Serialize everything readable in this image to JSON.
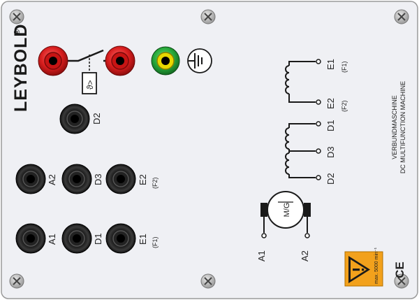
{
  "brand": {
    "name": "LEYBOLD",
    "reg": "®"
  },
  "title": {
    "line1": "VERBUNDMASCHINE",
    "line2": "DC MULTIFUNCTION MACHINE"
  },
  "sockets": {
    "d2_top": "D2",
    "a2": "A2",
    "d3": "D3",
    "e2": "E2",
    "e2_sub": "(F2)",
    "a1": "A1",
    "d1": "D1",
    "e1": "E1",
    "e1_sub": "(F1)"
  },
  "schematic": {
    "e1": "E1",
    "e1_sub": "(F1)",
    "e2": "E2",
    "e2_sub": "(F2)",
    "d1": "D1",
    "d3": "D3",
    "d2": "D2",
    "motor": "M/G",
    "a1": "A1",
    "a2": "A2"
  },
  "thermal_symbol": "ϑ>",
  "warning": {
    "text": "max. 5000 min⁻¹"
  },
  "ce_mark": "CE",
  "colors": {
    "panel": "#eff0f4",
    "red_socket": "#d81e1e",
    "green_socket": "#27a83a",
    "yellow_socket": "#e8d800",
    "warning": "#f2a11c"
  }
}
